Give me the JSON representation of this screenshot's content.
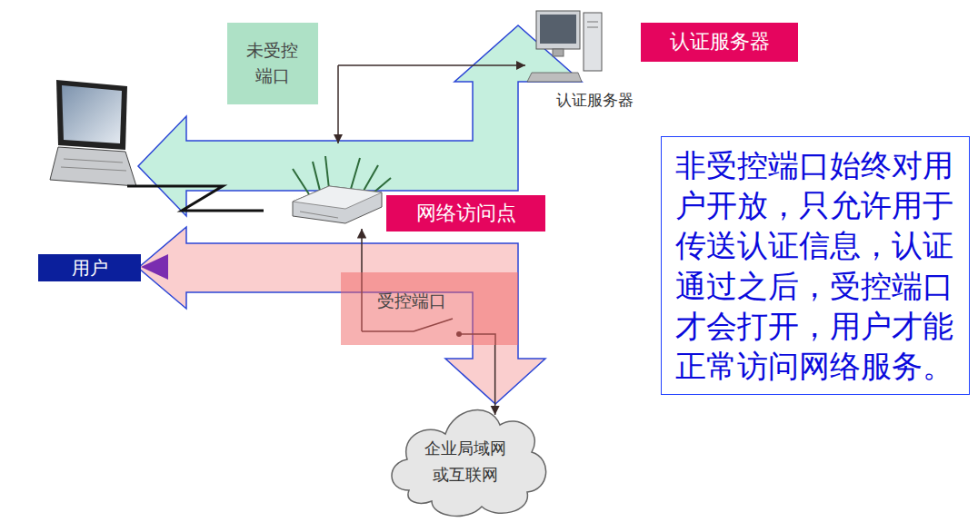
{
  "diagram": {
    "nodes": [
      {
        "text": [
          "未受控 端口"
        ]
      },
      {
        "text": [
          "认证服务器"
        ]
      },
      {
        "text": [
          "非受控端口始终对用户开放，只允许用于传送认证信息，认证通过之后，受控端口才会打开，用户才能正常访问网络服务。"
        ]
      },
      {
        "text": [
          "网络访问点"
        ]
      },
      {
        "text": [
          "用户"
        ]
      },
      {
        "text": [
          "受控端口"
        ]
      },
      {
        "text": [
          "企业局域网 或互联网"
        ]
      }
    ],
    "edges": [
      {
        "from": 5,
        "to": 6,
        "arrow": "to"
      }
    ],
    "labels": [
      "认证服务器"
    ]
  }
}
